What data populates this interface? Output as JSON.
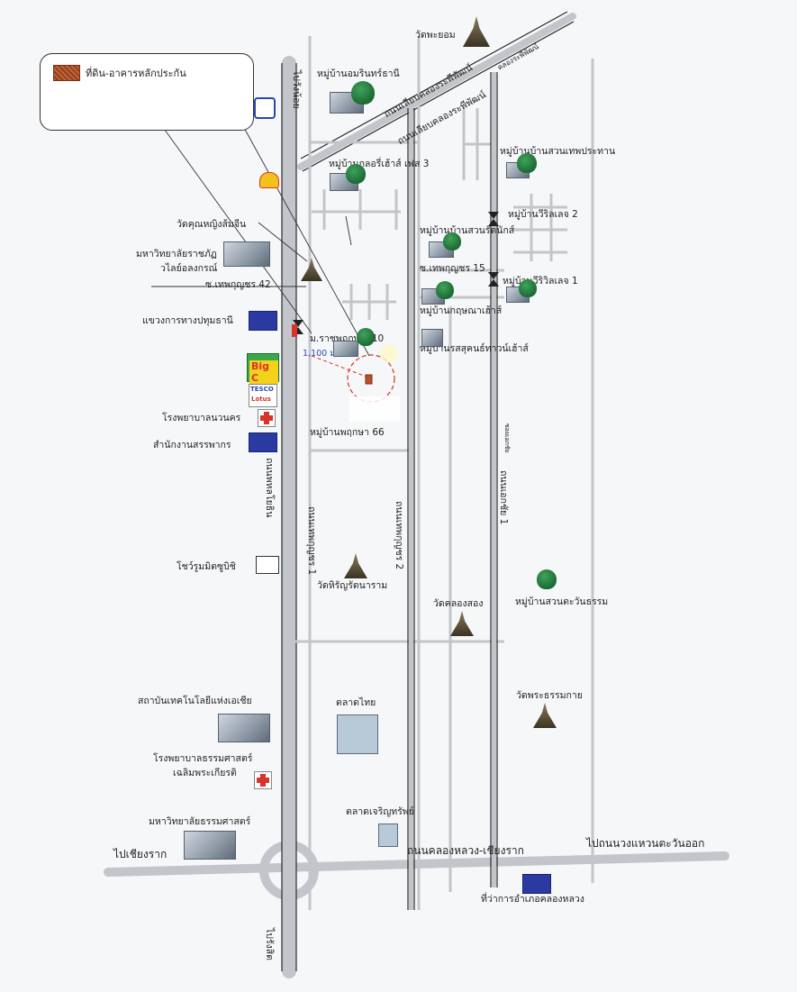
{
  "legend": {
    "text": "ที่ดิน-อาคารหลักประกัน",
    "swatch_color": "#b5532a"
  },
  "roads": {
    "phahonyothin": "ถนนพหลโยธิน",
    "phet_kunsong_1": "ถนนเทพกุญชร 1",
    "phet_kunsong_2": "ถนนเทพกุญชร 2",
    "ekkachai_1": "ถนนเอกชัย 1",
    "ekkachai_small": "ซอยเอกชัย",
    "khlong_rangsit": "ถนนเลียบคลองระพีพัฒน์",
    "khlong_rangsit_2": "ถนนเลียบคลองระพีพัฒน์",
    "khlong_luang": "ถนนคลองหลวง-เชียงราก",
    "khlong_top": "คลองระพีพัฒน์"
  },
  "directions": {
    "to_wangnoi": "ไปวังน้อย",
    "to_rangsit": "ไปรังสิต",
    "to_chiangrak": "ไปเชียงราก",
    "to_ring_east": "ไปถนนวงแหวนตะวันออก"
  },
  "places": {
    "wat_phayom": "วัดพะยอม",
    "amarin": "หมู่บ้านอมรินทร์ธานี",
    "glory": "หมู่บ้านกลอรี่เฮ้าส์ เฟส 3",
    "suan_thep": "หมู่บ้านบ้านสวนเทพประทาน",
    "viril2": "หมู่บ้านวีริลเลจ 2",
    "suan_thong": "หมู่บ้านบ้านสวนรัตนักส์",
    "soi_15": "ซ.เทพกุญชร 15",
    "viril1": "หมู่บ้านวีริวิลเลจ 1",
    "krit": "หมู่บ้านกฤษณาเฮ้าส์",
    "rasakun": "หมู่บ้านรสสุคนธ์ทาวน์เฮ้าส์",
    "wat_khun": "วัดคุณหญิงส้มจีน",
    "rajabhat_1": "มหาวิทยาลัยราชภัฏ",
    "rajabhat_2": "วไลย์อลงกรณ์",
    "soi_42": "ซ.เทพกุญชร 42",
    "highway": "แขวงการทางปทุมธานี",
    "big_c": "Big C",
    "tesco_1": "TESCO",
    "tesco_2": "Lotus",
    "nawanakorn_hosp": "โรงพยาบาลนวนคร",
    "revenue": "สำนักงานสรรพากร",
    "m_rachaphruek": "ม.ราชพฤกษ์ 8,10",
    "dist": "1,100 ม.",
    "phruksa": "หมู่บ้านพฤกษา 66",
    "mitsubishi": "โชว์รูมมิตซูบิชิ",
    "wat_hiran": "วัดหิรัญรัตนาราม",
    "wat_klong": "วัดคลองสอง",
    "suan_tawan": "หมู่บ้านสวนตะวันธรรม",
    "ait": "สถาบันเทคโนโลยีแห่งเอเชีย",
    "talad_thai": "ตลาดไทย",
    "wat_dhamma": "วัดพระธรรมกาย",
    "thammasat_hosp_1": "โรงพยาบาลธรรมศาสตร์",
    "thammasat_hosp_2": "เฉลิมพระเกียรติ",
    "talad_charoen": "ตลาดเจริญทรัพย์",
    "thammasat_u": "มหาวิทยาลัยธรรมศาสตร์",
    "district_office": "ที่ว่าการอำเภอคลองหลวง"
  },
  "colors": {
    "road": "#c2c6cb",
    "road_dark": "#2b2b2b",
    "red": "#d9342b"
  }
}
